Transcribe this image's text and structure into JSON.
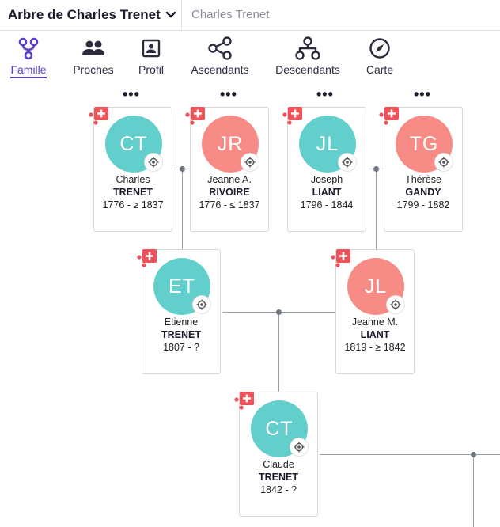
{
  "header": {
    "tree_title": "Arbre de Charles Trenet",
    "search_placeholder": "Charles Trenet"
  },
  "tabs": [
    {
      "label": "Famille",
      "icon": "family-tree-icon",
      "active": true
    },
    {
      "label": "Proches",
      "icon": "people-icon"
    },
    {
      "label": "Profil",
      "icon": "profile-card-icon"
    },
    {
      "label": "Ascendants",
      "icon": "ancestors-icon"
    },
    {
      "label": "Descendants",
      "icon": "descendants-icon"
    },
    {
      "label": "Carte",
      "icon": "compass-icon"
    }
  ],
  "colors": {
    "accent": "#5b3fc4",
    "male_avatar": "#63cfcc",
    "female_avatar": "#f78b86",
    "add_badge": "#f0525a"
  },
  "more_label": "•••",
  "people": [
    {
      "initials": "CT",
      "first": "Charles",
      "last": "TRENET",
      "dates": "1776 - ≥ 1837",
      "gender": "m"
    },
    {
      "initials": "JR",
      "first": "Jeanne A.",
      "last": "RIVOIRE",
      "dates": "1776 - ≤ 1837",
      "gender": "f"
    },
    {
      "initials": "JL",
      "first": "Joseph",
      "last": "LIANT",
      "dates": "1796 - 1844",
      "gender": "m"
    },
    {
      "initials": "TG",
      "first": "Thérèse",
      "last": "GANDY",
      "dates": "1799 - 1882",
      "gender": "f"
    },
    {
      "initials": "ET",
      "first": "Etienne",
      "last": "TRENET",
      "dates": "1807 - ?",
      "gender": "m"
    },
    {
      "initials": "JL",
      "first": "Jeanne M.",
      "last": "LIANT",
      "dates": "1819 - ≥ 1842",
      "gender": "f"
    },
    {
      "initials": "CT",
      "first": "Claude",
      "last": "TRENET",
      "dates": "1842 - ?",
      "gender": "m"
    }
  ]
}
